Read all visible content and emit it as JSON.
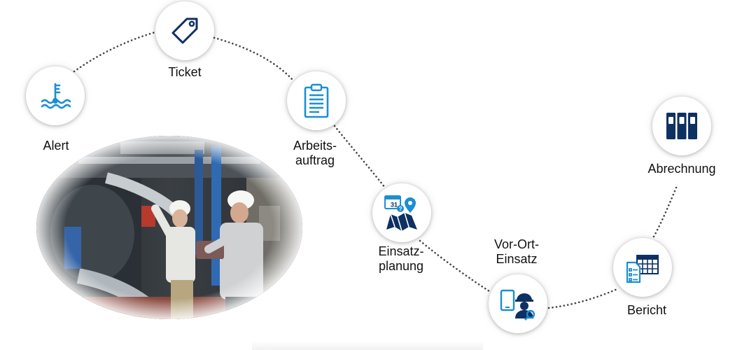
{
  "diagram": {
    "steps": [
      {
        "id": "alert",
        "label": "Alert",
        "icon": "water-level-icon"
      },
      {
        "id": "ticket",
        "label": "Ticket",
        "icon": "tag-icon"
      },
      {
        "id": "arbeitsauftrag",
        "label_lines": [
          "Arbeits-",
          "auftrag"
        ],
        "icon": "clipboard-icon"
      },
      {
        "id": "einsatzplanung",
        "label_lines": [
          "Einsatz-",
          "planung"
        ],
        "icon": "calendar-map-icon",
        "calendar_day": "31"
      },
      {
        "id": "vor-ort-einsatz",
        "label_lines": [
          "Vor-Ort-",
          "Einsatz"
        ],
        "icon": "technician-tablet-icon"
      },
      {
        "id": "bericht",
        "label": "Bericht",
        "icon": "report-table-icon"
      },
      {
        "id": "abrechnung",
        "label": "Abrechnung",
        "icon": "binders-icon"
      }
    ],
    "connector_style": "dotted",
    "photo": "technicians-in-plant-photo"
  },
  "colors": {
    "icon_light_blue": "#1b8fd2",
    "icon_navy": "#0e3062",
    "connector": "#454545",
    "label_text": "#111111"
  }
}
